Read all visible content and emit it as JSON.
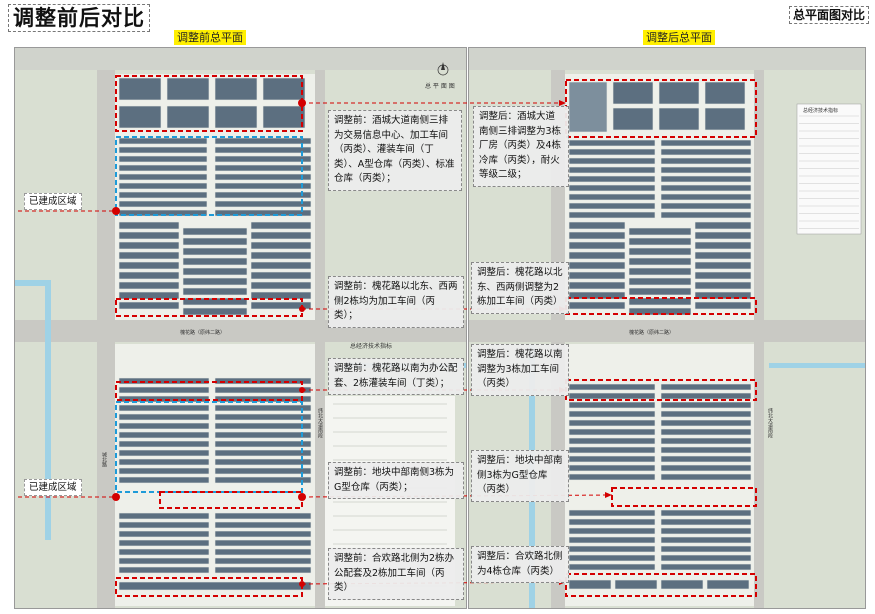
{
  "page": {
    "title": "调整前后对比",
    "corner_title": "总平面图对比"
  },
  "before": {
    "label": "调整前总平面",
    "north_label": "总 平 面 图",
    "tech_title": "总经济技术指标",
    "road_label": "槐花路（原纬二路）",
    "side_road_left": "城北路",
    "side_road_right": "纬北大道南段",
    "built_area_label": "已建成区域",
    "notes": [
      "调整前：酒城大道南侧三排为交易信息中心、加工车间（丙类）、灌装车间（丁类）、A型仓库（丙类）、标准仓库（丙类）；",
      "调整前：槐花路以北东、西两侧2栋均为加工车间（丙类）；",
      "调整前：槐花路以南为办公配套、2栋灌装车间（丁类）；",
      "调整前：地块中部南侧3栋为G型仓库（丙类）；",
      "调整前：合欢路北侧为2栋办公配套及2栋加工车间（丙类）"
    ]
  },
  "after": {
    "label": "调整后总平面",
    "tech_title": "总经济技术指标",
    "road_label": "槐花路（原纬二路）",
    "side_road": "纬北大道南段",
    "notes": [
      "调整后：酒城大道南侧三排调整为3栋厂房（丙类）及4栋冷库（丙类），耐火等级二级；",
      "调整后：槐花路以北东、西两侧调整为2栋加工车间（丙类）",
      "调整后：槐花路以南调整为3栋加工车间（丙类）",
      "调整后：地块中部南侧3栋为G型仓库（丙类）",
      "调整后：合欢路北侧为4栋仓库（丙类）"
    ]
  },
  "colors": {
    "highlight": "#ffef00",
    "red_dashed": "#d40000",
    "blue_dashed": "#1e9bd8",
    "land": "#d9dfd2",
    "road": "#c9c9c4",
    "water": "#9fd2e6",
    "building_roof": "#5c6f80",
    "site_floor": "#eef0ea"
  }
}
